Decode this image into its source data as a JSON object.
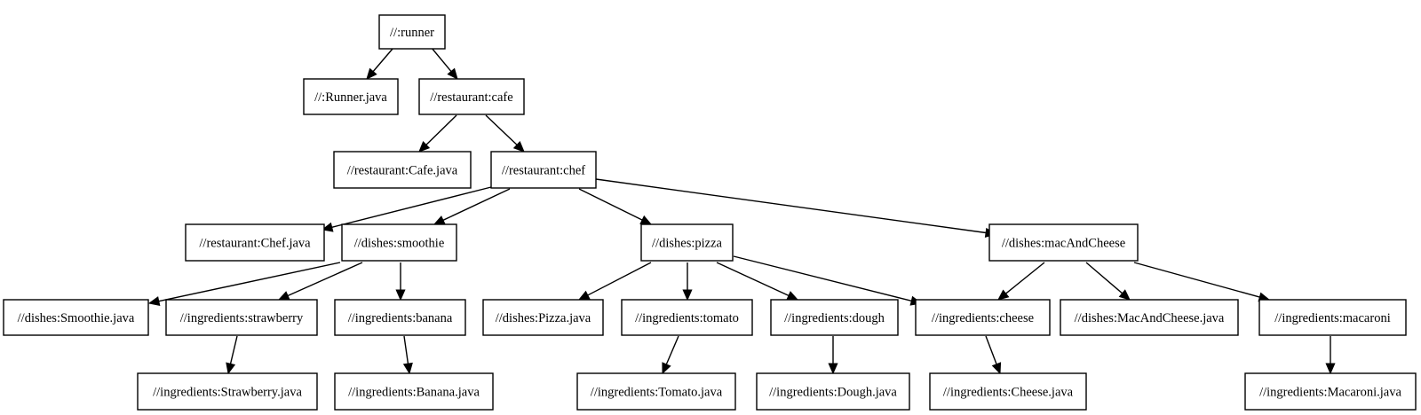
{
  "diagram": {
    "nodes": [
      {
        "id": "runner",
        "label": "//:runner"
      },
      {
        "id": "runner_java",
        "label": "//:Runner.java"
      },
      {
        "id": "cafe",
        "label": "//restaurant:cafe"
      },
      {
        "id": "cafe_java",
        "label": "//restaurant:Cafe.java"
      },
      {
        "id": "chef",
        "label": "//restaurant:chef"
      },
      {
        "id": "chef_java",
        "label": "//restaurant:Chef.java"
      },
      {
        "id": "smoothie",
        "label": "//dishes:smoothie"
      },
      {
        "id": "pizza",
        "label": "//dishes:pizza"
      },
      {
        "id": "macandcheese",
        "label": "//dishes:macAndCheese"
      },
      {
        "id": "smoothie_java",
        "label": "//dishes:Smoothie.java"
      },
      {
        "id": "strawberry",
        "label": "//ingredients:strawberry"
      },
      {
        "id": "banana",
        "label": "//ingredients:banana"
      },
      {
        "id": "pizza_java",
        "label": "//dishes:Pizza.java"
      },
      {
        "id": "tomato",
        "label": "//ingredients:tomato"
      },
      {
        "id": "dough",
        "label": "//ingredients:dough"
      },
      {
        "id": "cheese",
        "label": "//ingredients:cheese"
      },
      {
        "id": "macandcheese_java",
        "label": "//dishes:MacAndCheese.java"
      },
      {
        "id": "macaroni",
        "label": "//ingredients:macaroni"
      },
      {
        "id": "strawberry_java",
        "label": "//ingredients:Strawberry.java"
      },
      {
        "id": "banana_java",
        "label": "//ingredients:Banana.java"
      },
      {
        "id": "tomato_java",
        "label": "//ingredients:Tomato.java"
      },
      {
        "id": "dough_java",
        "label": "//ingredients:Dough.java"
      },
      {
        "id": "cheese_java",
        "label": "//ingredients:Cheese.java"
      },
      {
        "id": "macaroni_java",
        "label": "//ingredients:Macaroni.java"
      }
    ],
    "edges": [
      {
        "from": "runner",
        "to": "runner_java"
      },
      {
        "from": "runner",
        "to": "cafe"
      },
      {
        "from": "cafe",
        "to": "cafe_java"
      },
      {
        "from": "cafe",
        "to": "chef"
      },
      {
        "from": "chef",
        "to": "chef_java"
      },
      {
        "from": "chef",
        "to": "smoothie"
      },
      {
        "from": "chef",
        "to": "pizza"
      },
      {
        "from": "chef",
        "to": "macandcheese"
      },
      {
        "from": "smoothie",
        "to": "smoothie_java"
      },
      {
        "from": "smoothie",
        "to": "strawberry"
      },
      {
        "from": "smoothie",
        "to": "banana"
      },
      {
        "from": "pizza",
        "to": "pizza_java"
      },
      {
        "from": "pizza",
        "to": "tomato"
      },
      {
        "from": "pizza",
        "to": "dough"
      },
      {
        "from": "pizza",
        "to": "cheese"
      },
      {
        "from": "macandcheese",
        "to": "cheese"
      },
      {
        "from": "macandcheese",
        "to": "macandcheese_java"
      },
      {
        "from": "macandcheese",
        "to": "macaroni"
      },
      {
        "from": "strawberry",
        "to": "strawberry_java"
      },
      {
        "from": "banana",
        "to": "banana_java"
      },
      {
        "from": "tomato",
        "to": "tomato_java"
      },
      {
        "from": "dough",
        "to": "dough_java"
      },
      {
        "from": "cheese",
        "to": "cheese_java"
      },
      {
        "from": "macaroni",
        "to": "macaroni_java"
      }
    ]
  }
}
